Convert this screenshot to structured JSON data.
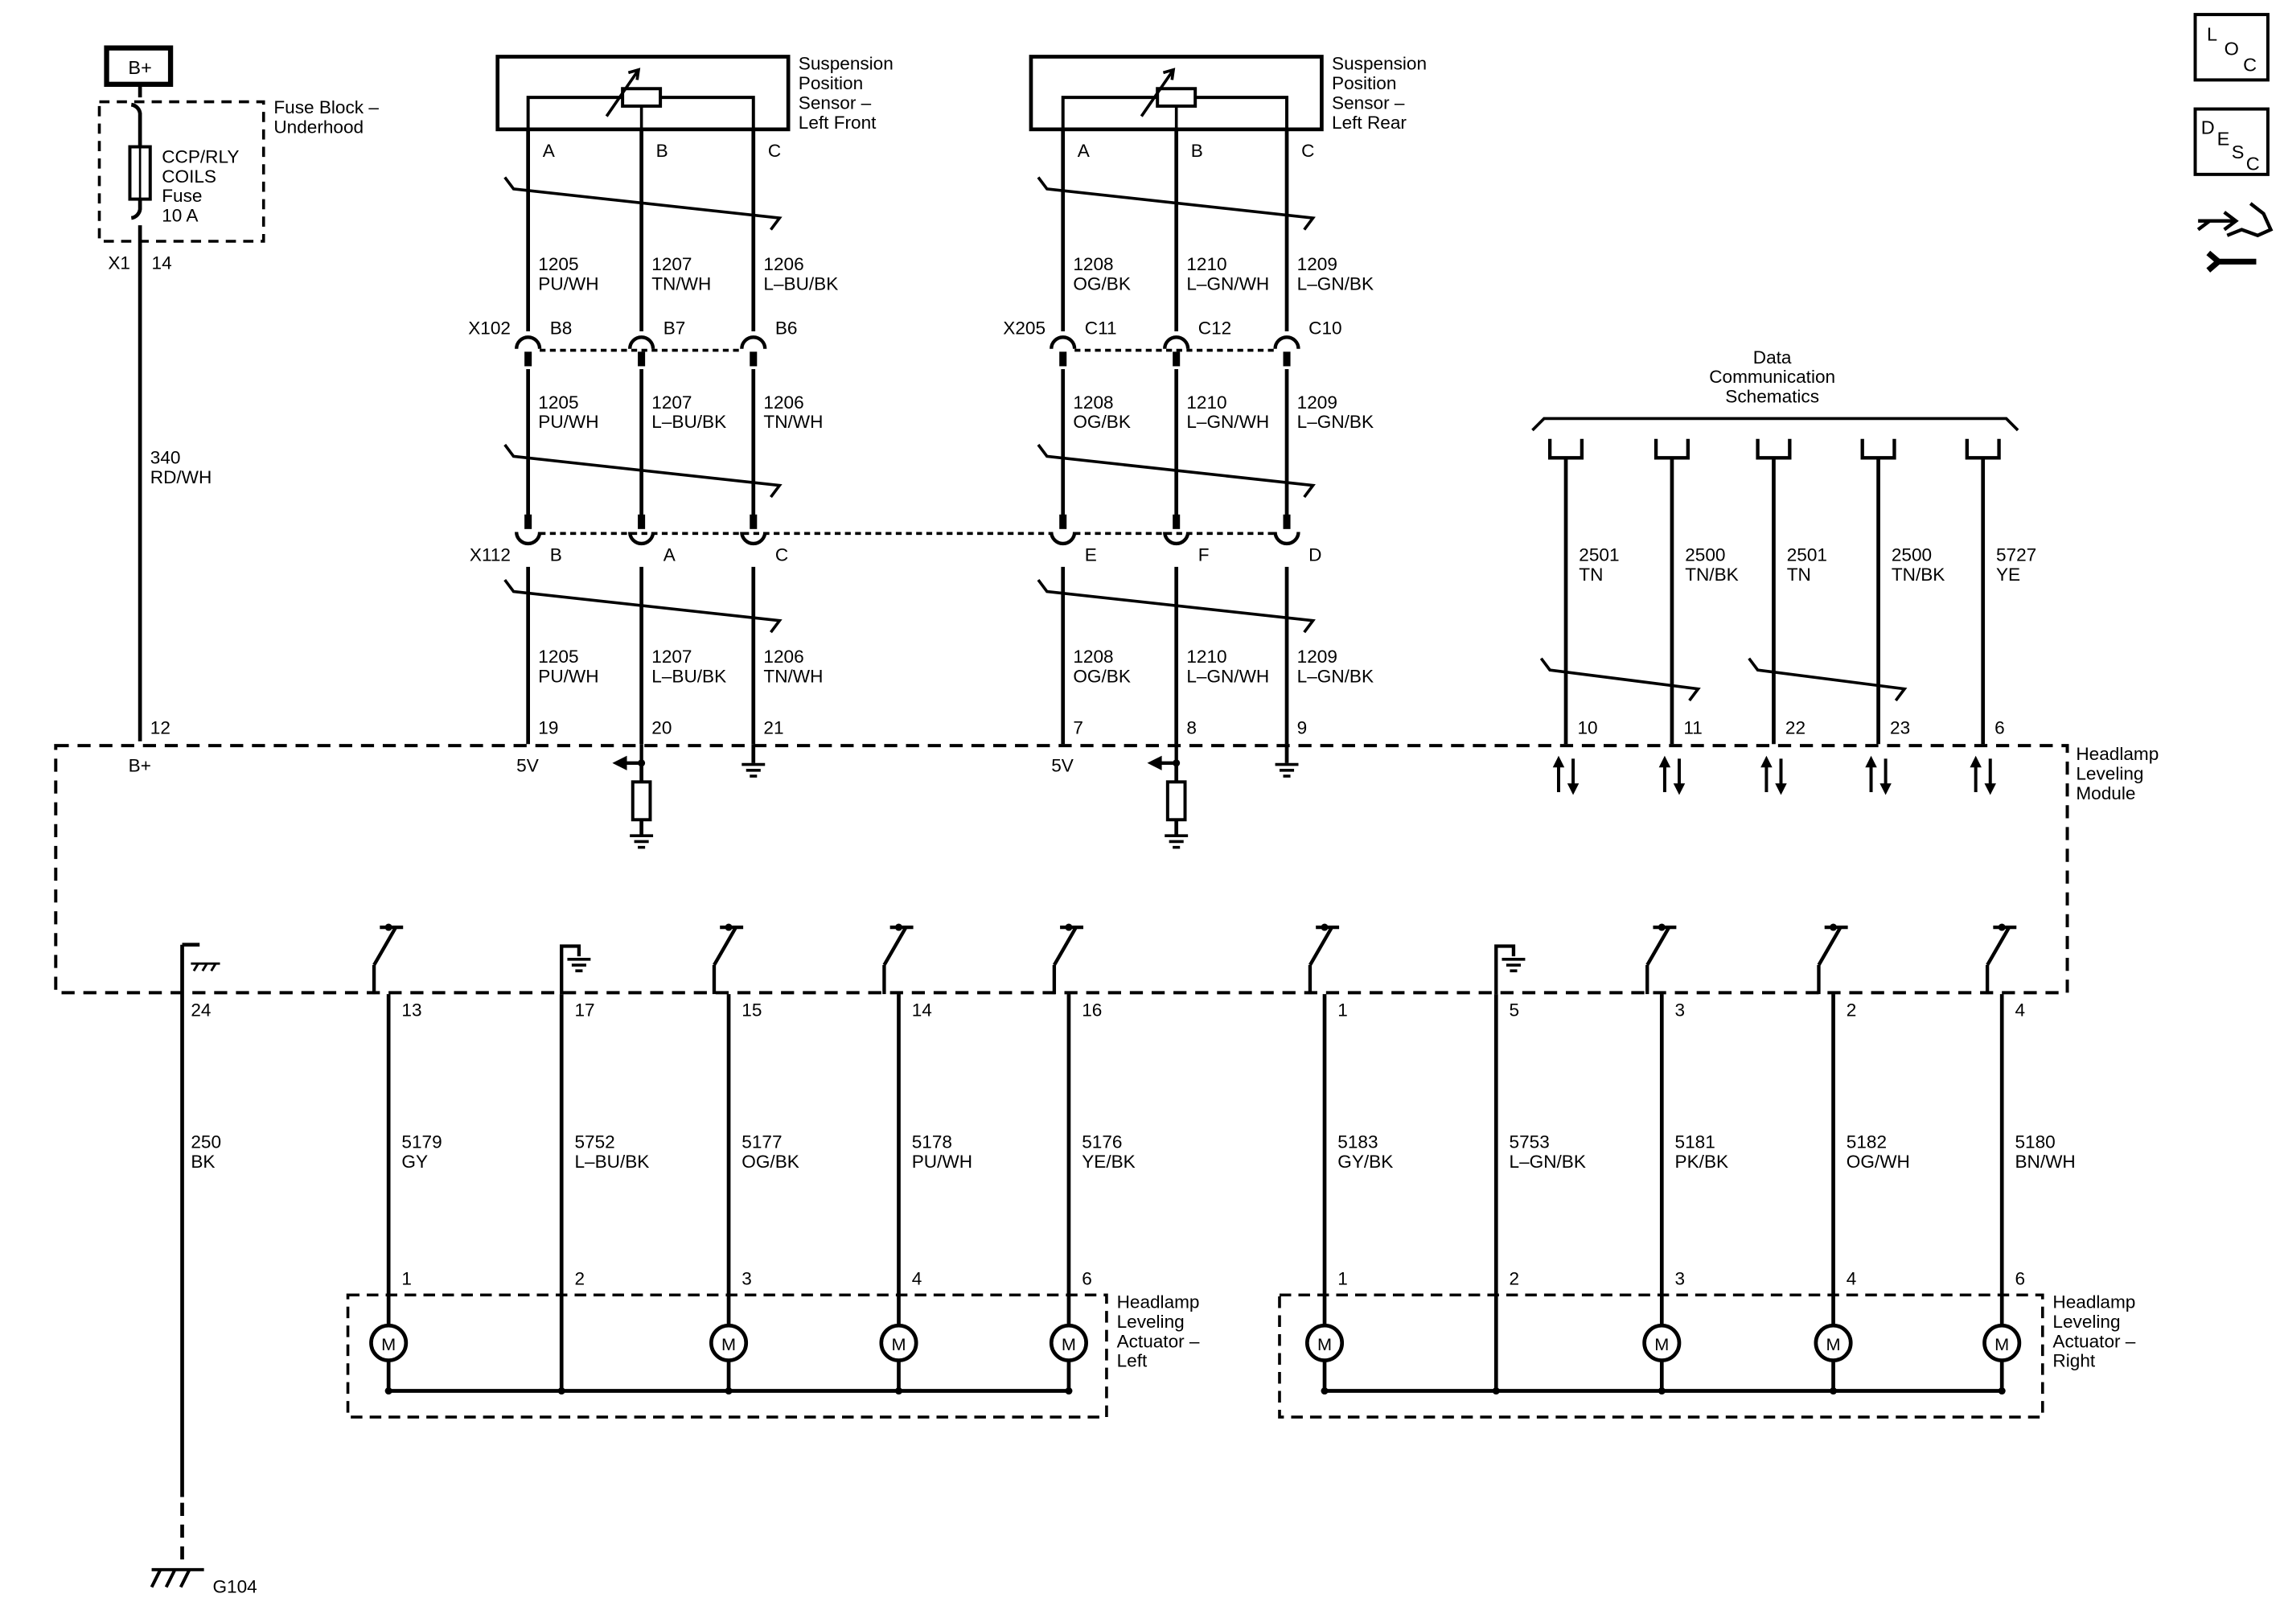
{
  "icons": {
    "loc": [
      "L",
      "O",
      "C"
    ],
    "desc": [
      "D",
      "E",
      "S",
      "C"
    ],
    "repair_icon": "hand-wrench-icon"
  },
  "power": {
    "bplus": "B+",
    "fuse_block_label": [
      "Fuse Block –",
      "Underhood"
    ],
    "fuse_label": [
      "CCP/RLY",
      "COILS",
      "Fuse",
      "10 A"
    ],
    "x1": "X1",
    "x1_pin": "14",
    "wire": [
      "340",
      "RD/WH"
    ]
  },
  "sensors": [
    {
      "title": [
        "Suspension",
        "Position",
        "Sensor –",
        "Left Front"
      ],
      "pins": [
        "A",
        "B",
        "C"
      ],
      "wires_top": [
        [
          "1205",
          "PU/WH"
        ],
        [
          "1207",
          "TN/WH"
        ],
        [
          "1206",
          "L–BU/BK"
        ]
      ],
      "conn1": "X102",
      "conn1_pins": [
        "B8",
        "B7",
        "B6"
      ],
      "wires_mid": [
        [
          "1205",
          "PU/WH"
        ],
        [
          "1207",
          "L–BU/BK"
        ],
        [
          "1206",
          "TN/WH"
        ]
      ],
      "conn2": "X112",
      "conn2_pins": [
        "B",
        "A",
        "C"
      ],
      "wires_bot": [
        [
          "1205",
          "PU/WH"
        ],
        [
          "1207",
          "L–BU/BK"
        ],
        [
          "1206",
          "TN/WH"
        ]
      ],
      "module_pins": [
        "19",
        "20",
        "21"
      ],
      "vref": "5V"
    },
    {
      "title": [
        "Suspension",
        "Position",
        "Sensor –",
        "Left Rear"
      ],
      "pins": [
        "A",
        "B",
        "C"
      ],
      "wires_top": [
        [
          "1208",
          "OG/BK"
        ],
        [
          "1210",
          "L–GN/WH"
        ],
        [
          "1209",
          "L–GN/BK"
        ]
      ],
      "conn1": "X205",
      "conn1_pins": [
        "C11",
        "C12",
        "C10"
      ],
      "wires_mid": [
        [
          "1208",
          "OG/BK"
        ],
        [
          "1210",
          "L–GN/WH"
        ],
        [
          "1209",
          "L–GN/BK"
        ]
      ],
      "conn2": "",
      "conn2_pins": [
        "E",
        "F",
        "D"
      ],
      "wires_bot": [
        [
          "1208",
          "OG/BK"
        ],
        [
          "1210",
          "L–GN/WH"
        ],
        [
          "1209",
          "L–GN/BK"
        ]
      ],
      "module_pins": [
        "7",
        "8",
        "9"
      ],
      "vref": "5V"
    }
  ],
  "data_comm": {
    "title": [
      "Data",
      "Communication",
      "Schematics"
    ],
    "wires": [
      {
        "circuit": "2501",
        "color": "TN",
        "pin": "10"
      },
      {
        "circuit": "2500",
        "color": "TN/BK",
        "pin": "11"
      },
      {
        "circuit": "2501",
        "color": "TN",
        "pin": "22"
      },
      {
        "circuit": "2500",
        "color": "TN/BK",
        "pin": "23"
      },
      {
        "circuit": "5727",
        "color": "YE",
        "pin": "6"
      }
    ]
  },
  "module": {
    "label": [
      "Headlamp",
      "Leveling",
      "Module"
    ],
    "bplus_pin": "12",
    "bplus": "B+"
  },
  "ground": {
    "pin": "24",
    "wire": [
      "250",
      "BK"
    ],
    "name": "G104"
  },
  "actuators": [
    {
      "label": [
        "Headlamp",
        "Leveling",
        "Actuator –",
        "Left"
      ],
      "module_pins": [
        "13",
        "17",
        "15",
        "14",
        "16"
      ],
      "wires": [
        [
          "5179",
          "GY"
        ],
        [
          "5752",
          "L–BU/BK"
        ],
        [
          "5177",
          "OG/BK"
        ],
        [
          "5178",
          "PU/WH"
        ],
        [
          "5176",
          "YE/BK"
        ]
      ],
      "pins": [
        "1",
        "2",
        "3",
        "4",
        "6"
      ],
      "motor": "M"
    },
    {
      "label": [
        "Headlamp",
        "Leveling",
        "Actuator –",
        "Right"
      ],
      "module_pins": [
        "1",
        "5",
        "3",
        "2",
        "4"
      ],
      "wires": [
        [
          "5183",
          "GY/BK"
        ],
        [
          "5753",
          "L–GN/BK"
        ],
        [
          "5181",
          "PK/BK"
        ],
        [
          "5182",
          "OG/WH"
        ],
        [
          "5180",
          "BN/WH"
        ]
      ],
      "pins": [
        "1",
        "2",
        "3",
        "4",
        "6"
      ],
      "motor": "M"
    }
  ]
}
